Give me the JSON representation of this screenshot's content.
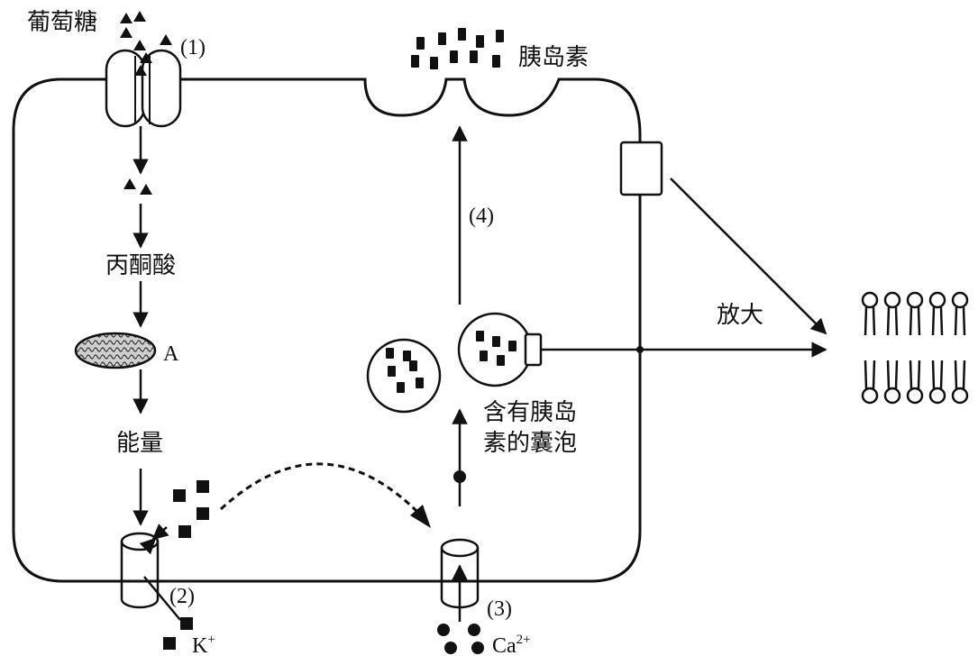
{
  "labels": {
    "glucose": "葡萄糖",
    "insulin": "胰岛素",
    "pyruvate": "丙酮酸",
    "energy": "能量",
    "mito_letter": "A",
    "vesicle_line1": "含有胰岛",
    "vesicle_line2": "素的囊泡",
    "amplify": "放大",
    "potassium": "K",
    "potassium_charge": "+",
    "calcium": "Ca",
    "calcium_charge": "2+"
  },
  "step_markers": [
    "(1)",
    "(2)",
    "(3)",
    "(4)"
  ],
  "colors": {
    "stroke": "#111111",
    "background": "#ffffff",
    "mitochondrion_fill": "#cfcfcf"
  }
}
